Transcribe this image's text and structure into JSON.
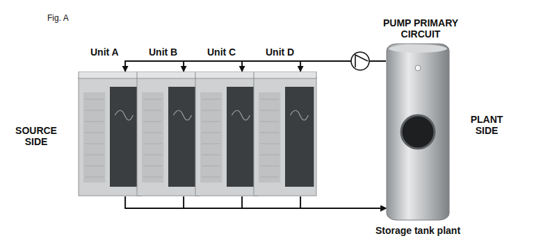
{
  "diagram": {
    "nodes": [
      {
        "text": [
          "Unit A"
        ]
      },
      {
        "text": [
          "Unit B"
        ]
      },
      {
        "text": [
          "Unit C"
        ]
      },
      {
        "text": [
          "Unit D"
        ]
      },
      {
        "text": [
          "Storage tank plant"
        ]
      }
    ],
    "edges": [
      {
        "from": 4,
        "to": 0,
        "arrow": "to"
      },
      {
        "from": 4,
        "to": 1,
        "arrow": "to"
      },
      {
        "from": 4,
        "to": 2,
        "arrow": "to"
      },
      {
        "from": 4,
        "to": 3,
        "arrow": "to"
      },
      {
        "from": 0,
        "to": 4,
        "arrow": "to"
      },
      {
        "from": 1,
        "to": 4,
        "arrow": "to"
      },
      {
        "from": 2,
        "to": 4,
        "arrow": "to"
      },
      {
        "from": 3,
        "to": 4,
        "arrow": "to"
      }
    ],
    "labels": [
      "Fig. A",
      "PUMP PRIMARY CIRCUIT",
      "SOURCE SIDE",
      "PLANT SIDE"
    ]
  }
}
